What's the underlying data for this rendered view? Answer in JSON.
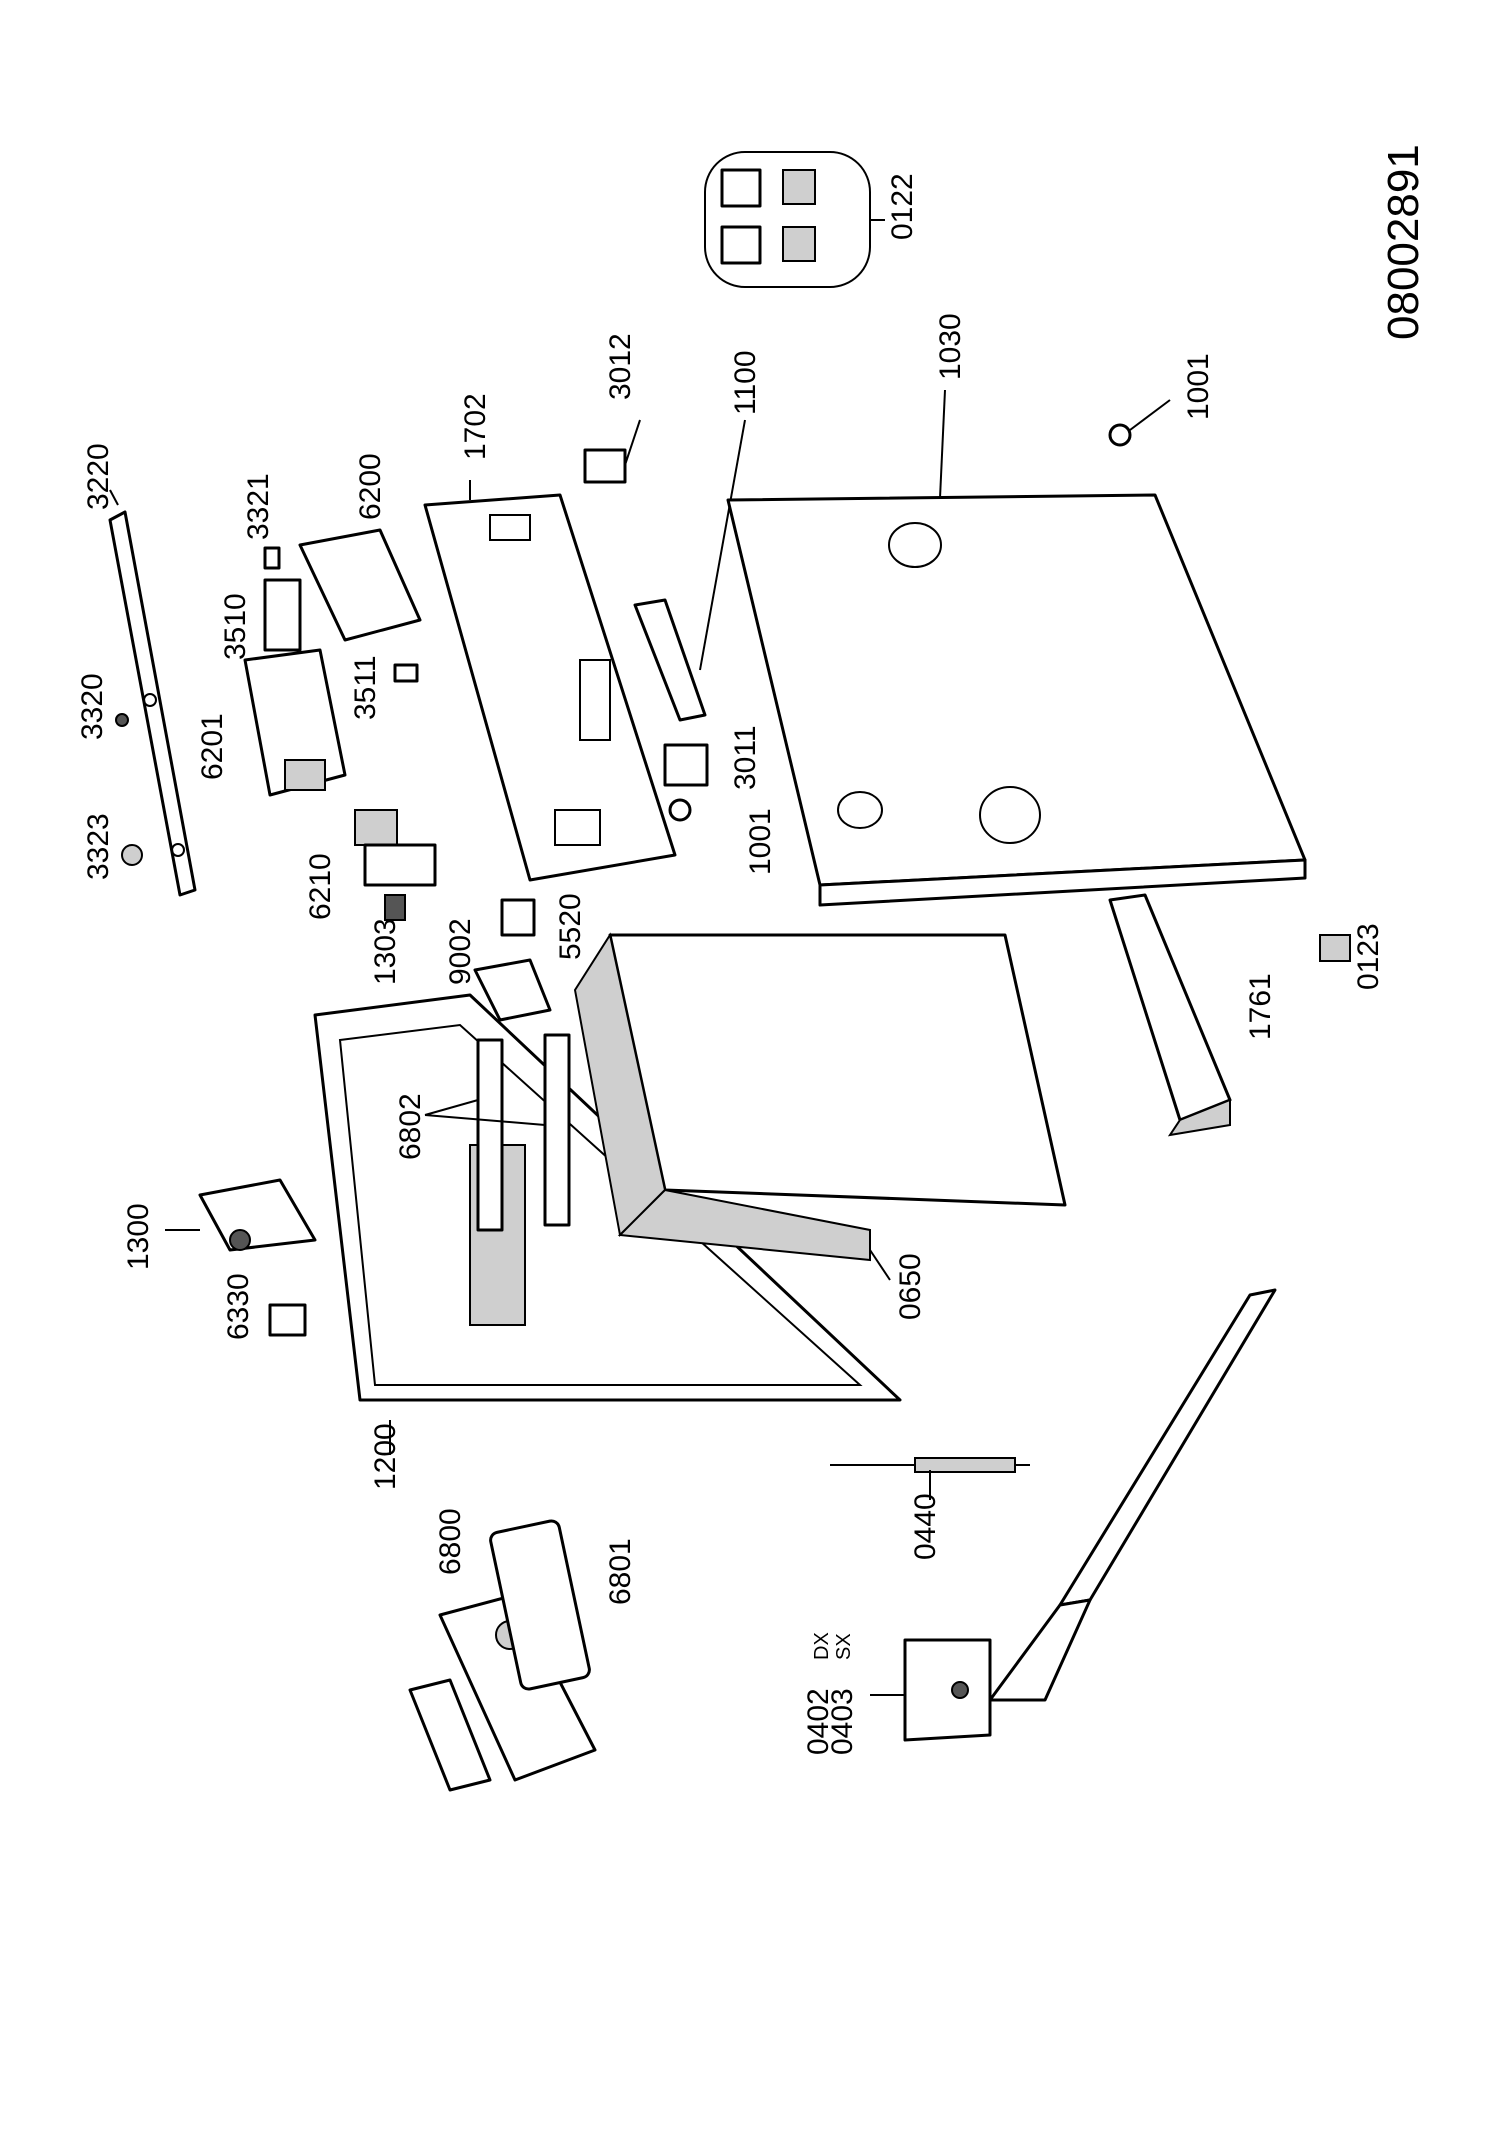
{
  "drawing_code": "08002891",
  "callouts": {
    "c0122": "0122",
    "c3220": "3220",
    "c3321": "3321",
    "c6200": "6200",
    "c1702": "1702",
    "c3012": "3012",
    "c1100": "1100",
    "c1030": "1030",
    "c1001a": "1001",
    "c3320": "3320",
    "c3510": "3510",
    "c3323": "3323",
    "c6201": "6201",
    "c3511": "3511",
    "c3011": "3011",
    "c1001b": "1001",
    "c6210": "6210",
    "c1303": "1303",
    "c5520": "5520",
    "c9002": "9002",
    "c0123": "0123",
    "c1761": "1761",
    "c6802": "6802",
    "c1300": "1300",
    "c6330": "6330",
    "c0650": "0650",
    "c1200": "1200",
    "c6800": "6800",
    "c6801": "6801",
    "c0440": "0440",
    "c0402": "0402",
    "c0403": "0403",
    "dx": "DX",
    "sx": "SX"
  }
}
